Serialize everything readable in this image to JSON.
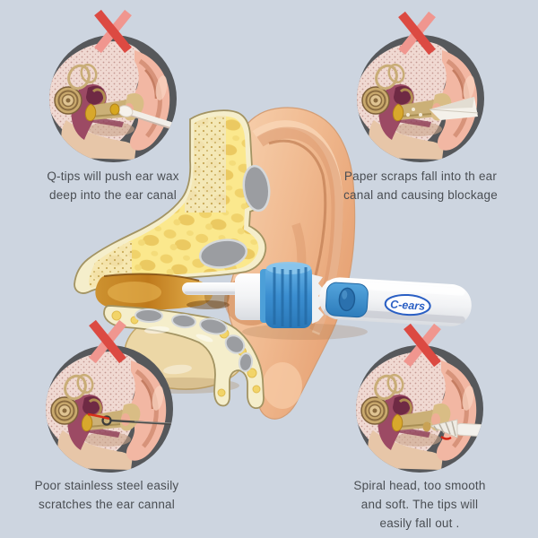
{
  "background_color": "#cdd5e0",
  "device": {
    "brand": "C-ears"
  },
  "warnings": [
    {
      "id": "qtips",
      "caption": [
        "Q-tips will push ear wax",
        "deep into the ear canal"
      ]
    },
    {
      "id": "paper",
      "caption": [
        "Paper scraps fall into th ear",
        "canal and causing blockage"
      ]
    },
    {
      "id": "steel",
      "caption": [
        "Poor stainless steel easily",
        "scratches the ear cannal"
      ]
    },
    {
      "id": "spiral",
      "caption": [
        "Spiral head, too smooth",
        "and soft. The tips will",
        "easily fall out ."
      ]
    }
  ],
  "colors": {
    "background": "#cdd5e0",
    "circle_bg": "#56585b",
    "x_red": "#dc4a42",
    "x_pink": "#f0968f",
    "caption_text": "#4a4e53",
    "bone_yellow": "#fbe88d",
    "bone_border": "#f5eecb",
    "skin": "#efb28c",
    "canal_amber": "#c4821f",
    "wax_gold": "#d7a71f",
    "device_blue": "#3b8ed0",
    "logo_blue": "#2a5fc4",
    "gray_blob": "#9b9da1"
  }
}
